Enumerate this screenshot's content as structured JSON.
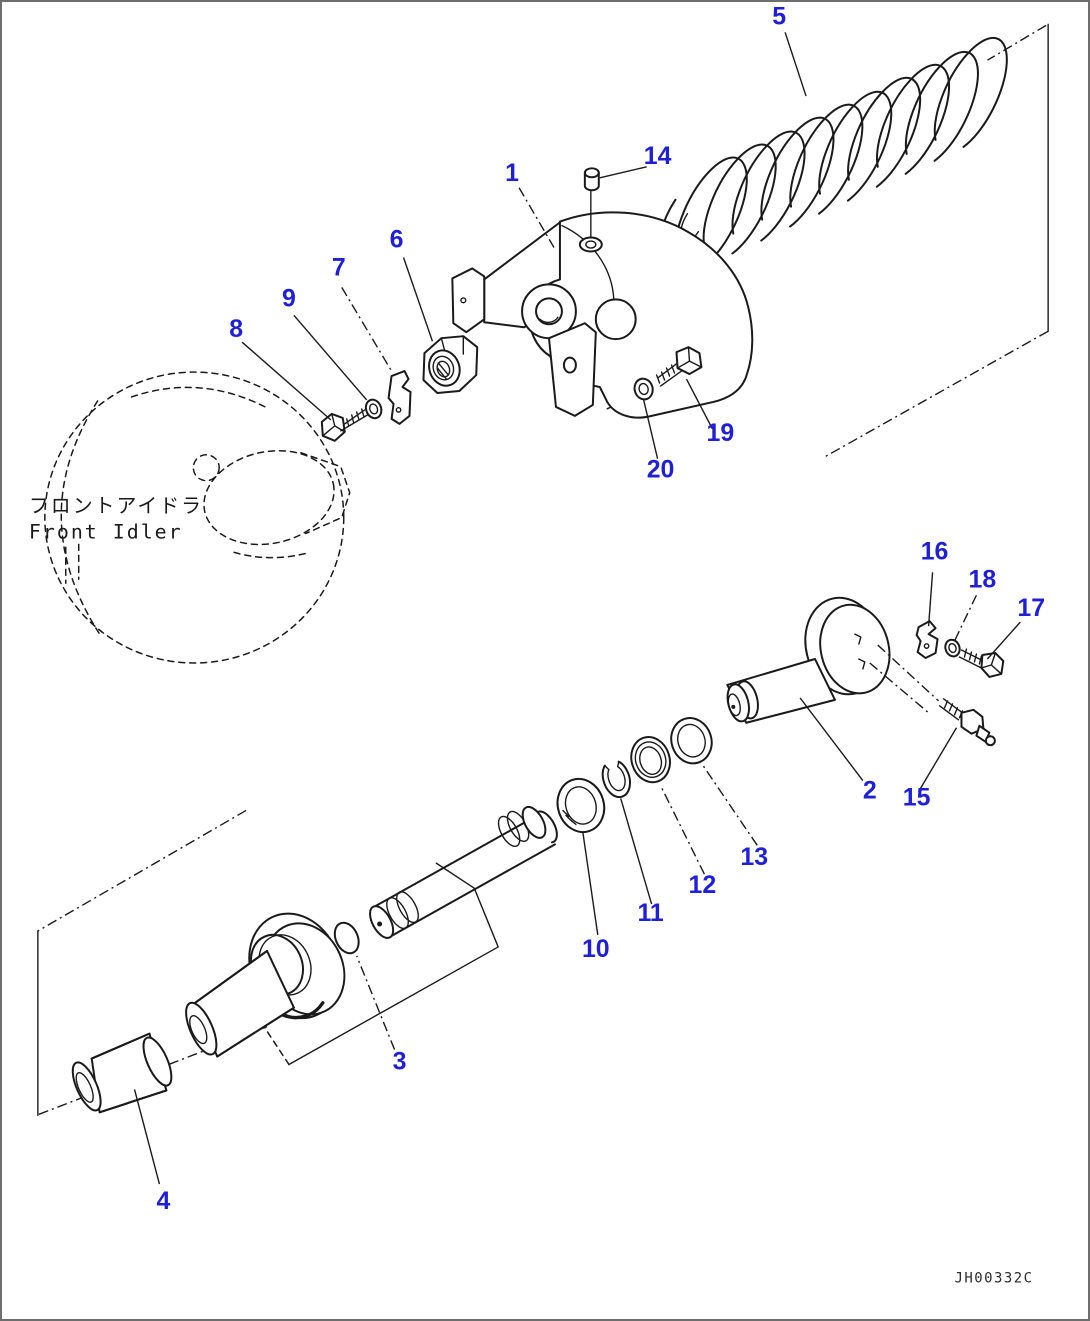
{
  "diagram": {
    "texts": {
      "part_name_ja": "フロントアイドラ",
      "part_name_en": "Front Idler",
      "drawing_code": "JH00332C"
    },
    "colors": {
      "callout": "#1f1fd8",
      "line": "#1a1a1a",
      "bg": "#ffffff",
      "border": "#6e6e6e",
      "code-text": "#2b2b2b"
    },
    "callout_labels": [
      "1",
      "2",
      "3",
      "4",
      "5",
      "6",
      "7",
      "8",
      "9",
      "10",
      "11",
      "12",
      "13",
      "14",
      "15",
      "16",
      "17",
      "18",
      "19",
      "20"
    ]
  }
}
